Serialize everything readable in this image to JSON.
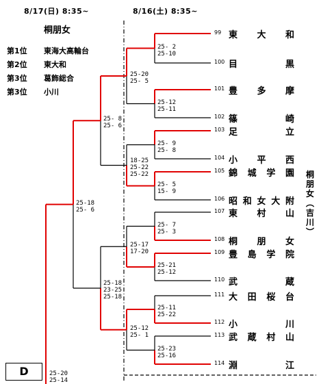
{
  "header": {
    "date_day2": "8/17(日) 8:35~",
    "date_day1": "8/16(土) 8:35~",
    "winner": "桐朋女"
  },
  "rankings": [
    {
      "label": "第1位",
      "school": "東海大高輪台"
    },
    {
      "label": "第2位",
      "school": "東大和"
    },
    {
      "label": "第3位",
      "school": "葛飾総合"
    },
    {
      "label": "第3位",
      "school": "小川"
    }
  ],
  "teams": [
    {
      "no": "99",
      "name": "東大和"
    },
    {
      "no": "100",
      "name": "目黒"
    },
    {
      "no": "101",
      "name": "豊多摩"
    },
    {
      "no": "102",
      "name": "篠崎"
    },
    {
      "no": "103",
      "name": "足立"
    },
    {
      "no": "104",
      "name": "小平西"
    },
    {
      "no": "105",
      "name": "錦城学園"
    },
    {
      "no": "106",
      "name": "昭和女大附"
    },
    {
      "no": "107",
      "name": "東村山"
    },
    {
      "no": "108",
      "name": "桐朋女"
    },
    {
      "no": "109",
      "name": "豊島学院"
    },
    {
      "no": "110",
      "name": "武蔵"
    },
    {
      "no": "111",
      "name": "大田桜台"
    },
    {
      "no": "112",
      "name": "小川"
    },
    {
      "no": "113",
      "name": "武蔵村山"
    },
    {
      "no": "114",
      "name": "淵江"
    }
  ],
  "scores": [
    {
      "sets": [
        "25- 2",
        "25-10"
      ]
    },
    {
      "sets": [
        "25-12",
        "25-11"
      ]
    },
    {
      "sets": [
        "25- 9",
        "25- 8"
      ]
    },
    {
      "sets": [
        "25- 5",
        "15- 9"
      ]
    },
    {
      "sets": [
        "25- 7",
        "25- 3"
      ]
    },
    {
      "sets": [
        "25-21",
        "25-12"
      ]
    },
    {
      "sets": [
        "25-11",
        "25-22"
      ]
    },
    {
      "sets": [
        "25-23",
        "25-16"
      ]
    },
    {
      "sets": [
        "25-20",
        "25- 5"
      ]
    },
    {
      "sets": [
        "18-25",
        "25-22",
        "25-22"
      ]
    },
    {
      "sets": [
        "25-17",
        "17-20"
      ]
    },
    {
      "sets": [
        "25-12",
        "25- 1"
      ]
    },
    {
      "sets": [
        "25- 8",
        "25- 6"
      ]
    },
    {
      "sets": [
        "25-18",
        "23-25",
        "25-18"
      ]
    },
    {
      "sets": [
        "25-18",
        "25- 6"
      ]
    },
    {
      "sets": [
        "25-20",
        "25-14"
      ]
    }
  ],
  "side_label": "桐朋女(吉川)",
  "block_label": "D",
  "colors": {
    "win": "#e00000",
    "line": "#000000"
  }
}
